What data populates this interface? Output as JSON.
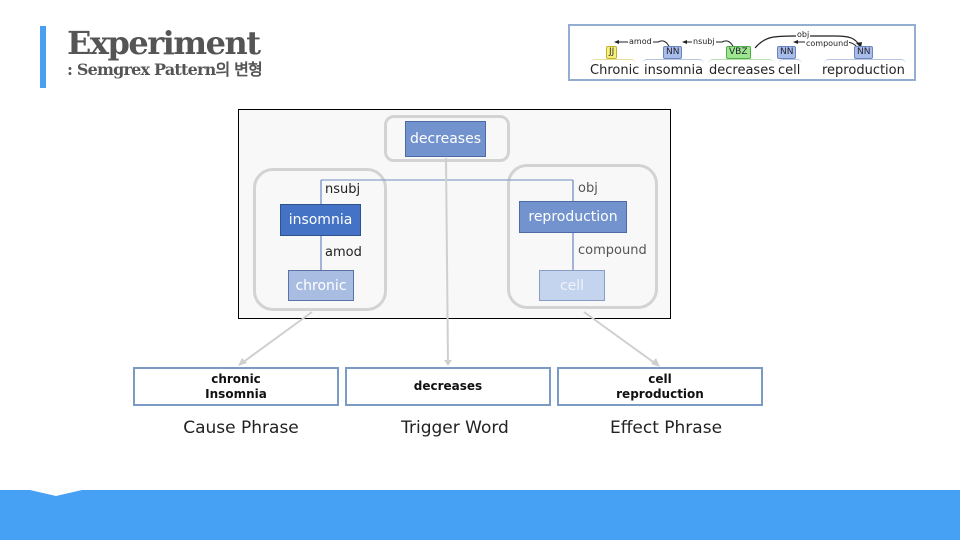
{
  "header": {
    "title": "Experiment",
    "subtitle": ": Semgrex Pattern의 변형"
  },
  "parse_preview": {
    "words": [
      "Chronic",
      "insomnia",
      "decreases",
      "cell",
      "reproduction"
    ],
    "tags": [
      "JJ",
      "NN",
      "VBZ",
      "NN",
      "NN"
    ],
    "arcs": [
      "amod",
      "nsubj",
      "obj",
      "compound"
    ]
  },
  "diagram": {
    "root": "decreases",
    "cause_group": {
      "head": "insomnia",
      "modifier": "chronic",
      "head_edge": "nsubj",
      "modifier_edge": "amod"
    },
    "effect_group": {
      "head": "reproduction",
      "modifier": "cell",
      "head_edge": "obj",
      "modifier_edge": "compound"
    }
  },
  "results": [
    {
      "line1": "chronic",
      "line2": "Insomnia",
      "caption": "Cause Phrase"
    },
    {
      "line1": "decreases",
      "line2": "",
      "caption": "Trigger Word"
    },
    {
      "line1": "cell",
      "line2": "reproduction",
      "caption": "Effect Phrase"
    }
  ],
  "colors": {
    "accent": "#46a0f4",
    "node_dark": "#4472c4",
    "node_mid": "#7393cf",
    "node_light": "#a9bde3",
    "result_border": "#7a9cc4"
  }
}
